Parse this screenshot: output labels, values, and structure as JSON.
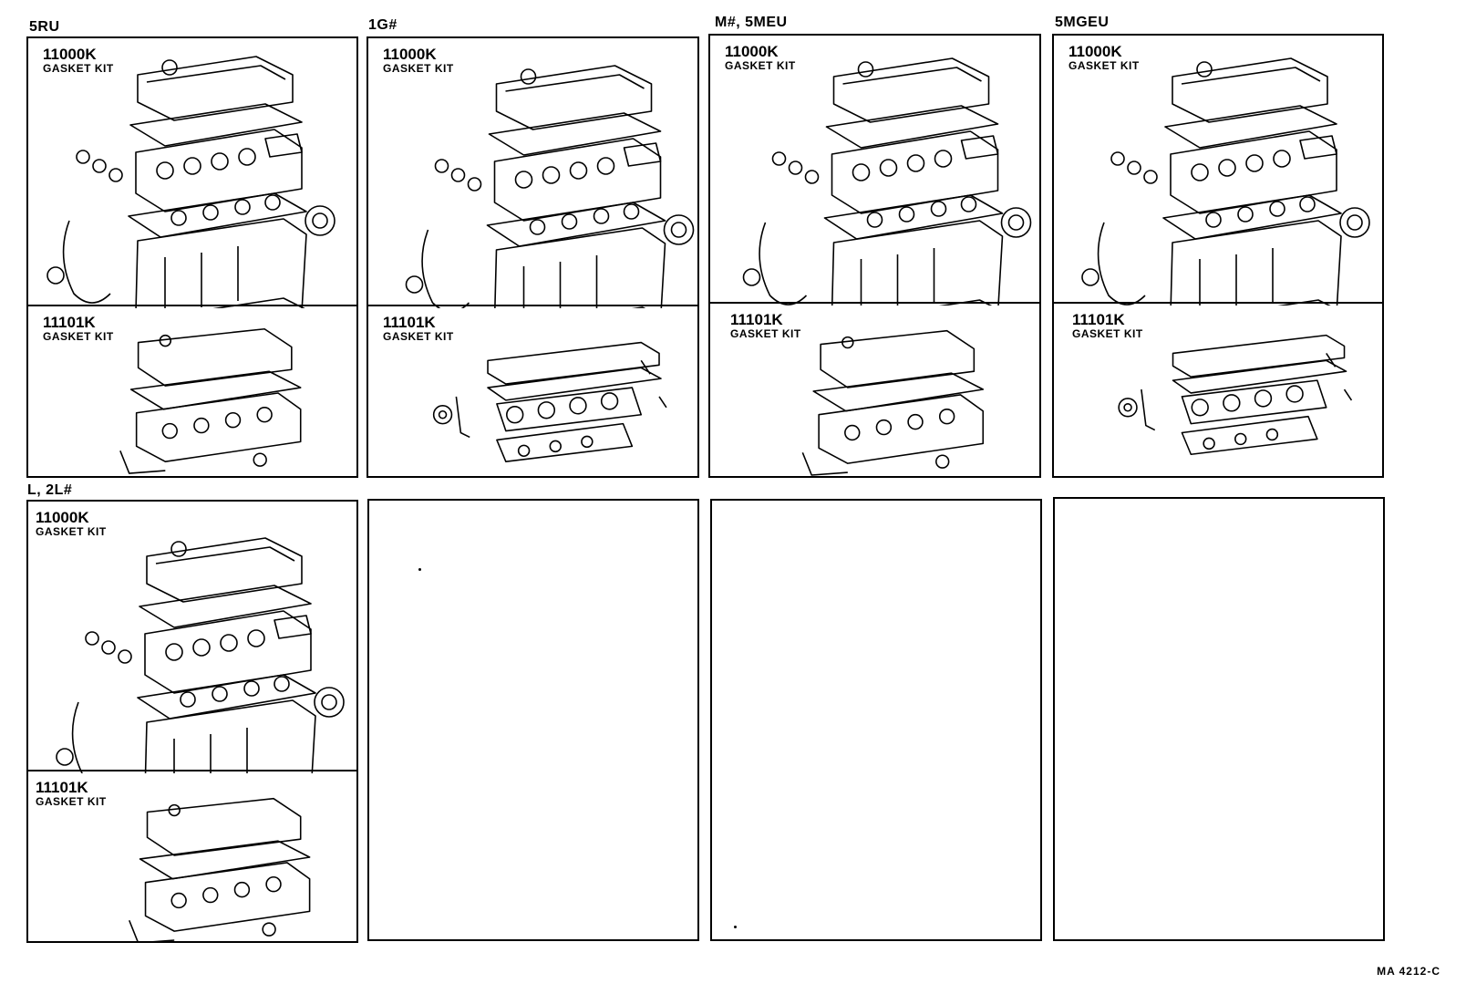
{
  "groups": [
    {
      "engine": "5RU",
      "kits": [
        {
          "part_no": "11000K",
          "name": "GASKET KIT"
        },
        {
          "part_no": "11101K",
          "name": "GASKET KIT"
        }
      ]
    },
    {
      "engine": "1G#",
      "kits": [
        {
          "part_no": "11000K",
          "name": "GASKET KIT"
        },
        {
          "part_no": "11101K",
          "name": "GASKET KIT"
        }
      ]
    },
    {
      "engine": "M#, 5MEU",
      "kits": [
        {
          "part_no": "11000K",
          "name": "GASKET KIT"
        },
        {
          "part_no": "11101K",
          "name": "GASKET KIT"
        }
      ]
    },
    {
      "engine": "5MGEU",
      "kits": [
        {
          "part_no": "11000K",
          "name": "GASKET KIT"
        },
        {
          "part_no": "11101K",
          "name": "GASKET KIT"
        }
      ]
    },
    {
      "engine": "L, 2L#",
      "kits": [
        {
          "part_no": "11000K",
          "name": "GASKET KIT"
        },
        {
          "part_no": "11101K",
          "name": "GASKET KIT"
        }
      ]
    }
  ],
  "figure_ref": "MA 4212-C"
}
